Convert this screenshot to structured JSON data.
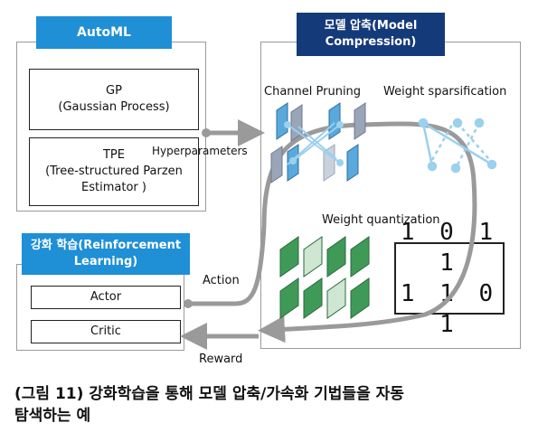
{
  "automl": {
    "title": "AutoML",
    "gp": "GP\n(Gaussian Process)",
    "tpe": "TPE\n(Tree-structured Parzen\nEstimator )"
  },
  "compression": {
    "title": "모델 압축(Model\nCompression)",
    "channel_pruning": "Channel Pruning",
    "weight_sparsification": "Weight sparsification",
    "weight_quantization": "Weight quantization",
    "binary": "1 0 1 1\n1 1 0 1"
  },
  "rl": {
    "title": "강화 학습(Reinforcement\nLearning)",
    "actor": "Actor",
    "critic": "Critic"
  },
  "arrows": {
    "hyperparameters": "Hyperparameters",
    "action": "Action",
    "reward": "Reward"
  },
  "caption": "(그림 11)  강화학습을 통해 모델 압축/가속화 기법들을 자동\n                 탐색하는 예",
  "colors": {
    "tab_blue": "#1f8fd6",
    "tab_navy": "#153a7a",
    "pruning_blue": "#5aa8dc",
    "pruning_gray": "#9aa6b8",
    "quant_green": "#3f9a58",
    "quant_light": "#cfe6d2",
    "arrow_gray": "#9a9a9a"
  }
}
